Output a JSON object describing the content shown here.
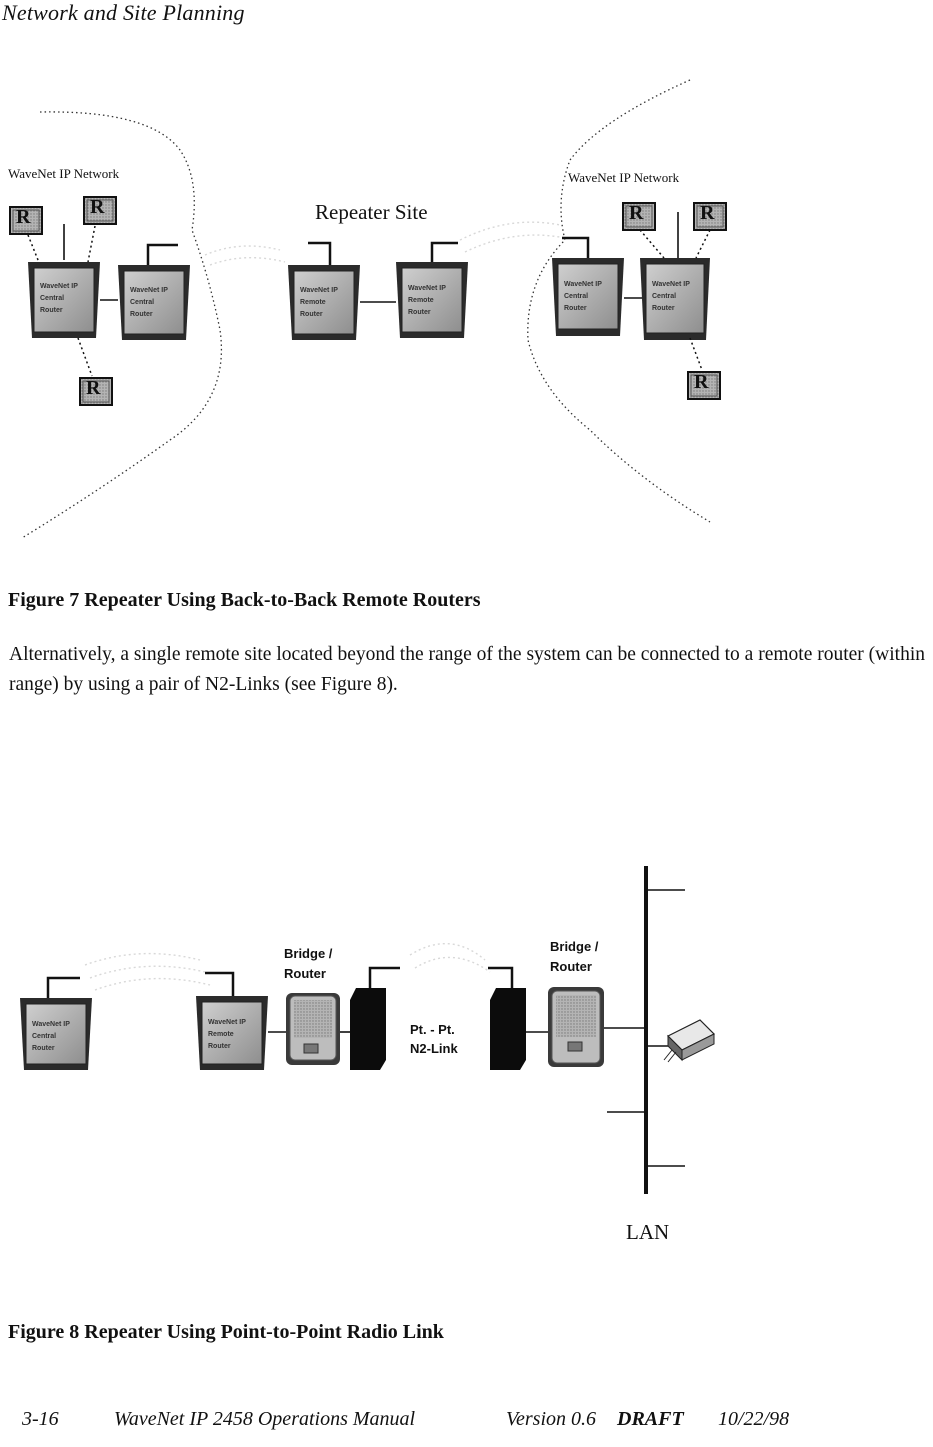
{
  "header": {
    "title": "Network and Site Planning"
  },
  "figure7": {
    "left_cloud_label": "WaveNet IP Network",
    "right_cloud_label": "WaveNet IP Network",
    "repeater_label": "Repeater Site",
    "remote_label": "R",
    "caption": "Figure 7  Repeater Using Back-to-Back Remote Routers"
  },
  "paragraph": "Alternatively, a single remote site located beyond the range of the system can be connected to a remote router (within range) by using a pair of N2-Links (see Figure 8).",
  "figure8": {
    "bridge_label_1": "Bridge /\nRouter",
    "bridge_label_2": "Bridge /\nRouter",
    "link_label": "Pt. - Pt.\nN2-Link",
    "lan_label": "LAN",
    "caption": "Figure 8  Repeater Using Point-to-Point Radio Link"
  },
  "footer": {
    "page": "3-16",
    "manual": "WaveNet IP 2458 Operations Manual",
    "version": "Version 0.6",
    "draft": "DRAFT",
    "date": "10/22/98"
  },
  "colors": {
    "ink": "#111111",
    "device_face": "#a9a9a9",
    "device_dark": "#3a3a3a",
    "n2link": "#0c0c0c"
  }
}
